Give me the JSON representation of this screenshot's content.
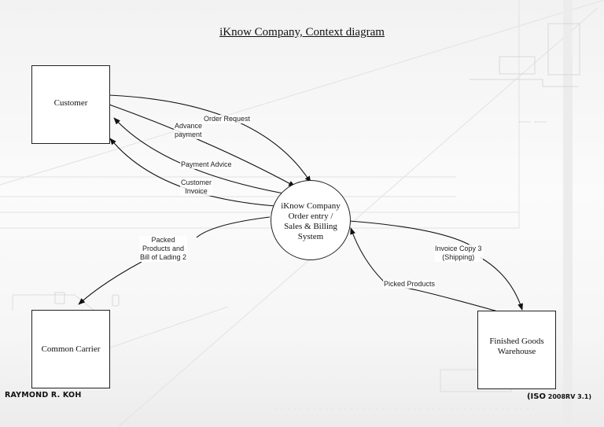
{
  "title": "iKnow Company, Context diagram",
  "entities": {
    "customer": "Customer",
    "common_carrier": "Common Carrier",
    "finished_goods_warehouse": "Finished Goods\nWarehouse"
  },
  "process": {
    "label": "iKnow Company\nOrder entry /\nSales & Billing\nSystem"
  },
  "flows": [
    {
      "label": "Order Request",
      "from": "Customer",
      "to": "iKnow Company Order entry / Sales & Billing System"
    },
    {
      "label": "Advance\npayment",
      "from": "Customer",
      "to": "iKnow Company Order entry / Sales & Billing System"
    },
    {
      "label": "Payment Advice",
      "from": "iKnow Company Order entry / Sales & Billing System",
      "to": "Customer"
    },
    {
      "label": "Customer\nInvoice",
      "from": "iKnow Company Order entry / Sales & Billing System",
      "to": "Customer"
    },
    {
      "label": "Packed\nProducts and\nBill of Lading 2",
      "from": "iKnow Company Order entry / Sales & Billing System",
      "to": "Common Carrier"
    },
    {
      "label": "Invoice Copy 3\n(Shipping)",
      "from": "iKnow Company Order entry / Sales & Billing System",
      "to": "Finished Goods Warehouse"
    },
    {
      "label": "Picked Products",
      "from": "Finished Goods Warehouse",
      "to": "iKnow Company Order entry / Sales & Billing System"
    }
  ],
  "footer": {
    "author": "RAYMOND R. KOH",
    "iso_prefix": "(ISO",
    "iso_suffix": "2008RV 3.1)"
  }
}
